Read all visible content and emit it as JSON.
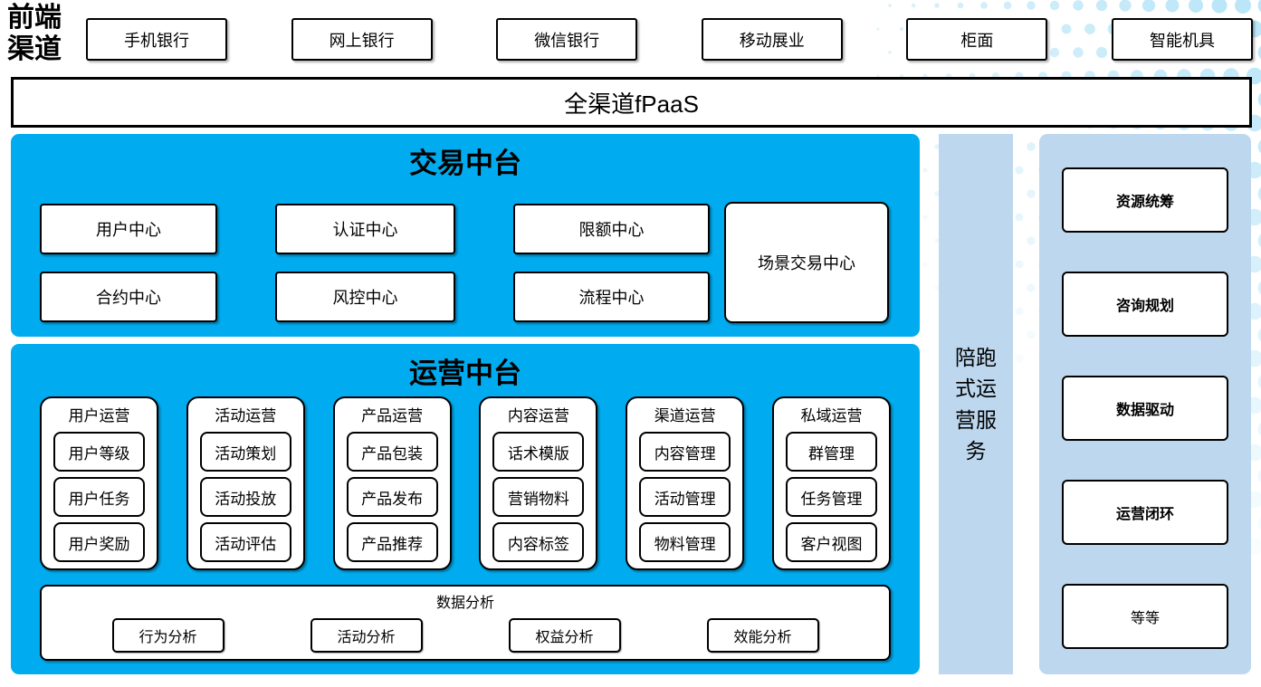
{
  "colors": {
    "accent_blue": "#00ACEF",
    "light_blue": "#BDD7EE",
    "dot_blue": "#B3E3F7",
    "border_black": "#000000"
  },
  "frontend": {
    "label": "前端渠道",
    "channels": [
      "手机银行",
      "网上银行",
      "微信银行",
      "移动展业",
      "柜面",
      "智能机具"
    ]
  },
  "fpaas_bar": {
    "label": "全渠道fPaaS"
  },
  "trading_platform": {
    "title": "交易中台",
    "centers": [
      "用户中心",
      "认证中心",
      "限额中心",
      "合约中心",
      "风控中心",
      "流程中心"
    ],
    "scene_center": "场景交易中心"
  },
  "operations_platform": {
    "title": "运营中台",
    "columns": [
      {
        "title": "用户运营",
        "items": [
          "用户等级",
          "用户任务",
          "用户奖励"
        ]
      },
      {
        "title": "活动运营",
        "items": [
          "活动策划",
          "活动投放",
          "活动评估"
        ]
      },
      {
        "title": "产品运营",
        "items": [
          "产品包装",
          "产品发布",
          "产品推荐"
        ]
      },
      {
        "title": "内容运营",
        "items": [
          "话术模版",
          "营销物料",
          "内容标签"
        ]
      },
      {
        "title": "渠道运营",
        "items": [
          "内容管理",
          "活动管理",
          "物料管理"
        ]
      },
      {
        "title": "私域运营",
        "items": [
          "群管理",
          "任务管理",
          "客户视图"
        ]
      }
    ],
    "data_analysis": {
      "title": "数据分析",
      "items": [
        "行为分析",
        "活动分析",
        "权益分析",
        "效能分析"
      ]
    }
  },
  "companion_service": {
    "label": "陪跑式运营服务"
  },
  "service_panel": {
    "items": [
      {
        "label": "资源统筹",
        "bold": true
      },
      {
        "label": "咨询规划",
        "bold": true
      },
      {
        "label": "数据驱动",
        "bold": true
      },
      {
        "label": "运营闭环",
        "bold": true
      },
      {
        "label": "等等",
        "bold": false
      }
    ]
  }
}
